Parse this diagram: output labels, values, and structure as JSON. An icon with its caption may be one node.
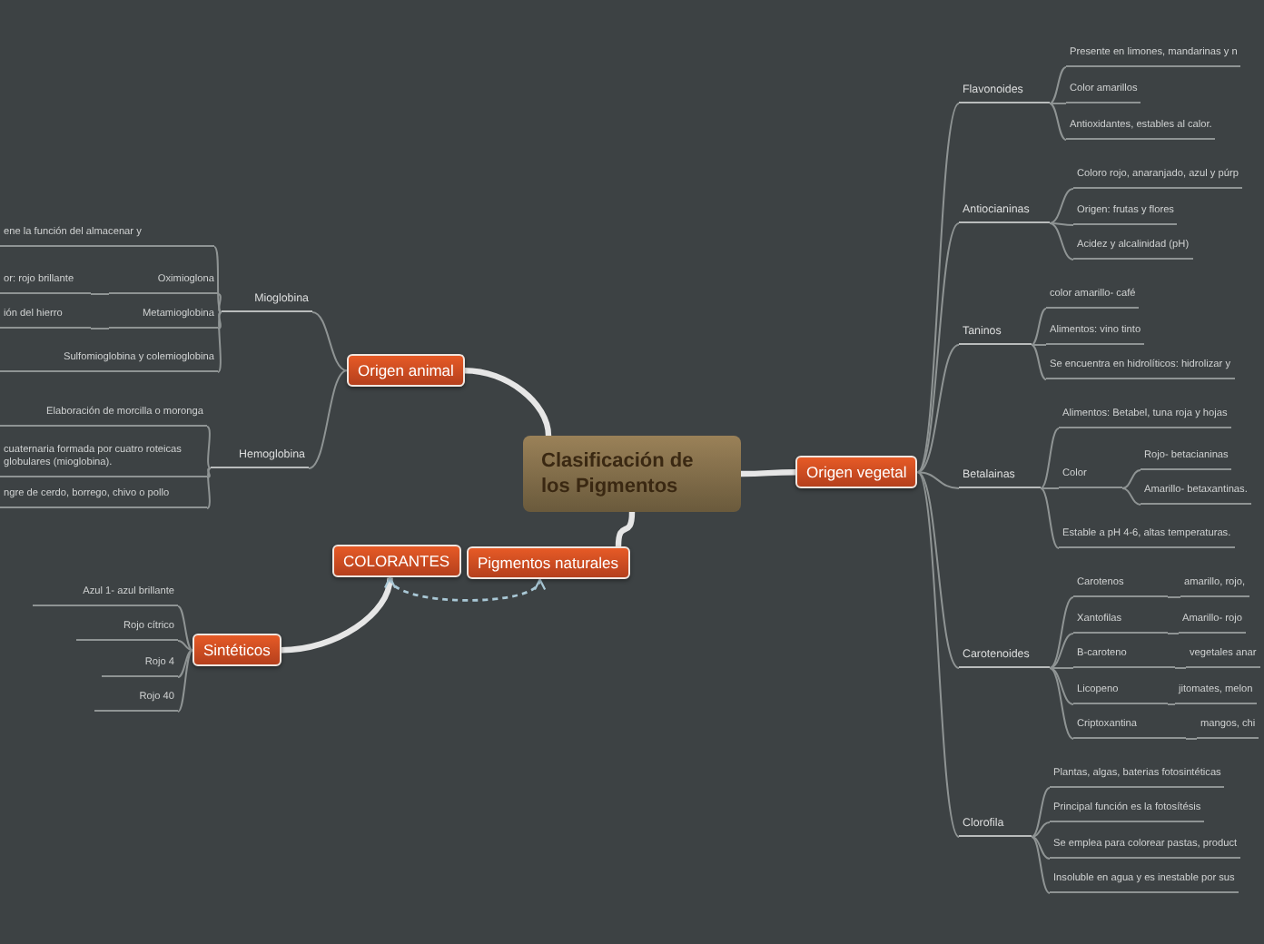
{
  "diagram": {
    "nodes": [
      {
        "text": [
          "Clasificación de los Pigmentos"
        ]
      },
      {
        "text": [
          "Origen vegetal"
        ]
      },
      {
        "text": [
          "Origen animal"
        ]
      },
      {
        "text": [
          "Pigmentos naturales"
        ]
      },
      {
        "text": [
          "COLORANTES"
        ]
      },
      {
        "text": [
          "Sintéticos"
        ]
      },
      {
        "text": [
          "Flavonoides"
        ]
      },
      {
        "text": [
          "Presente en limones, mandarinas y n"
        ]
      },
      {
        "text": [
          "Color amarillos"
        ]
      },
      {
        "text": [
          "Antioxidantes, estables al calor."
        ]
      },
      {
        "text": [
          "Antiocianinas"
        ]
      },
      {
        "text": [
          "Coloro rojo, anaranjado, azul y púrp"
        ]
      },
      {
        "text": [
          "Origen: frutas y flores"
        ]
      },
      {
        "text": [
          "Acidez y alcalinidad (pH)"
        ]
      },
      {
        "text": [
          "Taninos"
        ]
      },
      {
        "text": [
          "color amarillo- café"
        ]
      },
      {
        "text": [
          "Alimentos: vino tinto"
        ]
      },
      {
        "text": [
          "Se encuentra en hidrolíticos: hidrolizar y"
        ]
      },
      {
        "text": [
          "Betalainas"
        ]
      },
      {
        "text": [
          "Alimentos: Betabel, tuna roja y hojas"
        ]
      },
      {
        "text": [
          "Color"
        ]
      },
      {
        "text": [
          "Rojo- betacianinas"
        ]
      },
      {
        "text": [
          "Amarillo- betaxantinas."
        ]
      },
      {
        "text": [
          "Estable a pH 4-6, altas temperaturas."
        ]
      },
      {
        "text": [
          "Carotenoides"
        ]
      },
      {
        "text": [
          "Carotenos"
        ]
      },
      {
        "text": [
          "amarillo, rojo,"
        ]
      },
      {
        "text": [
          "Xantofilas"
        ]
      },
      {
        "text": [
          "Amarillo- rojo"
        ]
      },
      {
        "text": [
          "B-caroteno"
        ]
      },
      {
        "text": [
          "vegetales anar"
        ]
      },
      {
        "text": [
          "Licopeno"
        ]
      },
      {
        "text": [
          "jitomates, melon"
        ]
      },
      {
        "text": [
          "Criptoxantina"
        ]
      },
      {
        "text": [
          "mangos, chi"
        ]
      },
      {
        "text": [
          "Clorofila"
        ]
      },
      {
        "text": [
          "Plantas, algas, baterias fotosintéticas"
        ]
      },
      {
        "text": [
          "Principal función es la fotosítésis"
        ]
      },
      {
        "text": [
          "Se emplea para colorear pastas, product"
        ]
      },
      {
        "text": [
          "Insoluble en agua y es inestable por sus"
        ]
      },
      {
        "text": [
          "Mioglobina"
        ]
      },
      {
        "text": [
          "ene la función del almacenar y"
        ]
      },
      {
        "text": [
          "Oximioglona"
        ]
      },
      {
        "text": [
          "or: rojo brillante"
        ]
      },
      {
        "text": [
          "Metamioglobina"
        ]
      },
      {
        "text": [
          "ión del hierro"
        ]
      },
      {
        "text": [
          "Sulfomioglobina y colemioglobina"
        ]
      },
      {
        "text": [
          "Hemoglobina"
        ]
      },
      {
        "text": [
          "Elaboración de morcilla o moronga"
        ]
      },
      {
        "text": [
          "cuaternaria formada por cuatro roteicas globulares (mioglobina)."
        ]
      },
      {
        "text": [
          "ngre de cerdo, borrego, chivo o pollo"
        ]
      },
      {
        "text": [
          "Azul 1- azul brillante"
        ]
      },
      {
        "text": [
          "Rojo cítrico"
        ]
      },
      {
        "text": [
          "Rojo 4"
        ]
      },
      {
        "text": [
          "Rojo 40"
        ]
      }
    ],
    "edges": [
      {
        "from": 0,
        "to": 1,
        "arrow": "none",
        "style": "thick",
        "color": "#e6e6e6"
      },
      {
        "from": 0,
        "to": 2,
        "arrow": "none",
        "style": "thick",
        "color": "#e6e6e6"
      },
      {
        "from": 0,
        "to": 3,
        "arrow": "none",
        "style": "thick",
        "color": "#e6e6e6"
      },
      {
        "from": 4,
        "to": 5,
        "arrow": "none",
        "style": "thick",
        "color": "#e6e6e6"
      },
      {
        "from": 4,
        "to": 3,
        "arrow": "both",
        "style": "dashed",
        "color": "#a9c8d6"
      },
      {
        "from": 1,
        "to": 6,
        "arrow": "none"
      },
      {
        "from": 1,
        "to": 10,
        "arrow": "none"
      },
      {
        "from": 1,
        "to": 14,
        "arrow": "none"
      },
      {
        "from": 1,
        "to": 18,
        "arrow": "none"
      },
      {
        "from": 1,
        "to": 24,
        "arrow": "none"
      },
      {
        "from": 1,
        "to": 35,
        "arrow": "none"
      },
      {
        "from": 6,
        "to": 7,
        "arrow": "none"
      },
      {
        "from": 6,
        "to": 8,
        "arrow": "none"
      },
      {
        "from": 6,
        "to": 9,
        "arrow": "none"
      },
      {
        "from": 10,
        "to": 11,
        "arrow": "none"
      },
      {
        "from": 10,
        "to": 12,
        "arrow": "none"
      },
      {
        "from": 10,
        "to": 13,
        "arrow": "none"
      },
      {
        "from": 14,
        "to": 15,
        "arrow": "none"
      },
      {
        "from": 14,
        "to": 16,
        "arrow": "none"
      },
      {
        "from": 14,
        "to": 17,
        "arrow": "none"
      },
      {
        "from": 18,
        "to": 19,
        "arrow": "none"
      },
      {
        "from": 18,
        "to": 20,
        "arrow": "none"
      },
      {
        "from": 20,
        "to": 21,
        "arrow": "none"
      },
      {
        "from": 20,
        "to": 22,
        "arrow": "none"
      },
      {
        "from": 18,
        "to": 23,
        "arrow": "none"
      },
      {
        "from": 24,
        "to": 25,
        "arrow": "none"
      },
      {
        "from": 25,
        "to": 26,
        "arrow": "none"
      },
      {
        "from": 24,
        "to": 27,
        "arrow": "none"
      },
      {
        "from": 27,
        "to": 28,
        "arrow": "none"
      },
      {
        "from": 24,
        "to": 29,
        "arrow": "none"
      },
      {
        "from": 29,
        "to": 30,
        "arrow": "none"
      },
      {
        "from": 24,
        "to": 31,
        "arrow": "none"
      },
      {
        "from": 31,
        "to": 32,
        "arrow": "none"
      },
      {
        "from": 24,
        "to": 33,
        "arrow": "none"
      },
      {
        "from": 33,
        "to": 34,
        "arrow": "none"
      },
      {
        "from": 35,
        "to": 36,
        "arrow": "none"
      },
      {
        "from": 35,
        "to": 37,
        "arrow": "none"
      },
      {
        "from": 35,
        "to": 38,
        "arrow": "none"
      },
      {
        "from": 35,
        "to": 39,
        "arrow": "none"
      },
      {
        "from": 2,
        "to": 40,
        "arrow": "none"
      },
      {
        "from": 40,
        "to": 41,
        "arrow": "none"
      },
      {
        "from": 40,
        "to": 42,
        "arrow": "none"
      },
      {
        "from": 42,
        "to": 43,
        "arrow": "none"
      },
      {
        "from": 40,
        "to": 44,
        "arrow": "none"
      },
      {
        "from": 44,
        "to": 45,
        "arrow": "none"
      },
      {
        "from": 40,
        "to": 46,
        "arrow": "none"
      },
      {
        "from": 2,
        "to": 47,
        "arrow": "none"
      },
      {
        "from": 47,
        "to": 48,
        "arrow": "none"
      },
      {
        "from": 47,
        "to": 49,
        "arrow": "none"
      },
      {
        "from": 47,
        "to": 50,
        "arrow": "none"
      },
      {
        "from": 5,
        "to": 51,
        "arrow": "none"
      },
      {
        "from": 5,
        "to": 52,
        "arrow": "none"
      },
      {
        "from": 5,
        "to": 53,
        "arrow": "none"
      },
      {
        "from": 5,
        "to": 54,
        "arrow": "none"
      }
    ]
  }
}
